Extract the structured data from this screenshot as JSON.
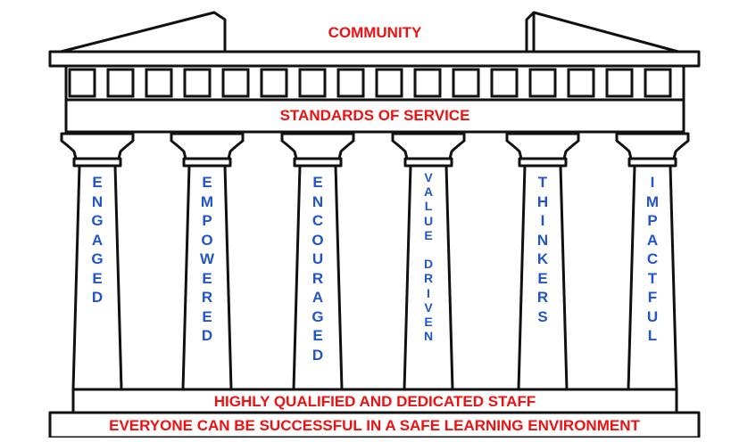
{
  "roof_label": "COMMUNITY",
  "entablature_label": "STANDARDS OF SERVICE",
  "pillars": [
    {
      "label": "ENGAGED"
    },
    {
      "label": "EMPOWERED"
    },
    {
      "label": "ENCOURAGED"
    },
    {
      "label": "VALUE DRIVEN"
    },
    {
      "label": "THINKERS"
    },
    {
      "label": "IMPACTFUL"
    }
  ],
  "base_upper_label": "HIGHLY QUALIFIED AND DEDICATED STAFF",
  "base_lower_label": "EVERYONE CAN BE SUCCESSFUL IN A SAFE LEARNING ENVIRONMENT",
  "colors": {
    "label_red": "#ee1111",
    "pillar_blue": "#2255cc",
    "outline": "#111111"
  }
}
